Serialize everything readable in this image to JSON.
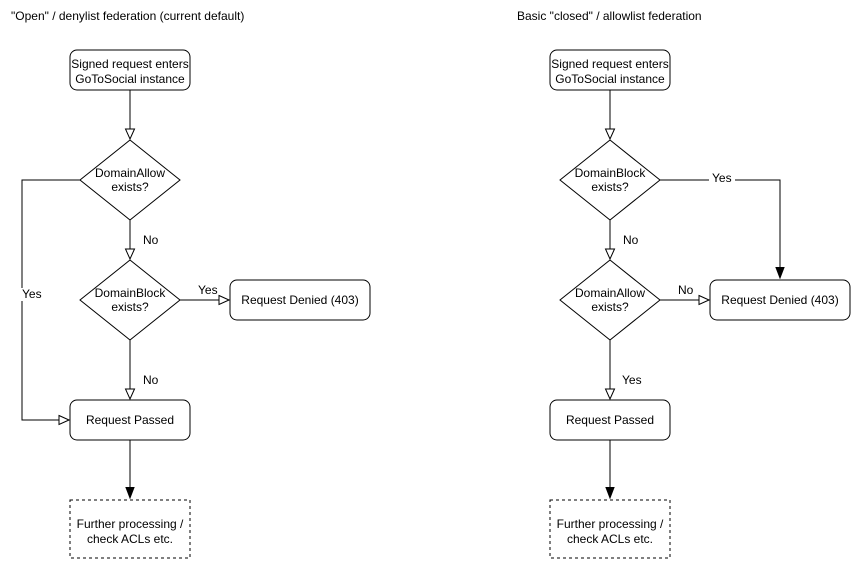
{
  "colors": {
    "stroke": "#000000",
    "text": "#000000",
    "background": "#ffffff"
  },
  "left_chart": {
    "title": "\"Open\" / denylist federation (current default)",
    "start": {
      "line1": "Signed request enters",
      "line2": "GoToSocial instance"
    },
    "decision1": {
      "line1": "DomainAllow",
      "line2": "exists?"
    },
    "decision2": {
      "line1": "DomainBlock",
      "line2": "exists?"
    },
    "denied_label": "Request Denied (403)",
    "passed_label": "Request Passed",
    "further": {
      "line1": "Further processing /",
      "line2": "check ACLs etc."
    },
    "edge_labels": {
      "allow_no": "No",
      "allow_yes": "Yes",
      "block_yes": "Yes",
      "block_no": "No"
    }
  },
  "right_chart": {
    "title": "Basic \"closed\" / allowlist federation",
    "start": {
      "line1": "Signed request enters",
      "line2": "GoToSocial instance"
    },
    "decision1": {
      "line1": "DomainBlock",
      "line2": "exists?"
    },
    "decision2": {
      "line1": "DomainAllow",
      "line2": "exists?"
    },
    "denied_label": "Request Denied (403)",
    "passed_label": "Request Passed",
    "further": {
      "line1": "Further processing /",
      "line2": "check ACLs etc."
    },
    "edge_labels": {
      "block_yes": "Yes",
      "block_no": "No",
      "allow_no": "No",
      "allow_yes": "Yes"
    }
  }
}
